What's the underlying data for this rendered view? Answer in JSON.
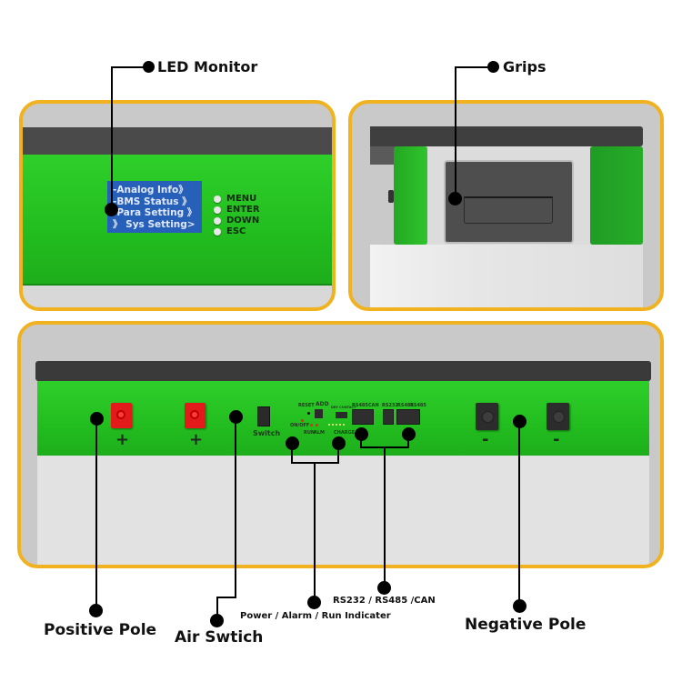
{
  "callouts": {
    "led_monitor": "LED Monitor",
    "grips": "Grips",
    "positive_pole": "Positive Pole",
    "air_switch": "Air Swtich",
    "indicator": "Power / Alarm / Run Indicater",
    "comm_ports": "RS232 / RS485 /CAN",
    "negative_pole": "Negative Pole"
  },
  "lcd": {
    "lines": [
      "-Analog Info》",
      "-BMS Status 》",
      "-Para Setting 》",
      "》 Sys Setting>"
    ]
  },
  "buttons": [
    "MENU",
    "ENTER",
    "DOWN",
    "ESC"
  ],
  "front_panel": {
    "switch_label": "Switch",
    "reset": "RESET",
    "add": "ADD",
    "dry_contact": "DRY CONTACT",
    "on_off": "ON/OFF",
    "run": "RUN",
    "alm": "ALM",
    "charge": "CHARGE",
    "ports": [
      "RS485",
      "CAN",
      "RS232",
      "RS485",
      "RS485"
    ],
    "positive_sign": "+",
    "negative_sign": "-"
  },
  "colors": {
    "frame": "#f0b21f",
    "battery_green": "#22bd1f",
    "lcd_blue": "#2660b8",
    "positive_terminal": "#e21a1a",
    "negative_terminal": "#2c2c2c"
  }
}
